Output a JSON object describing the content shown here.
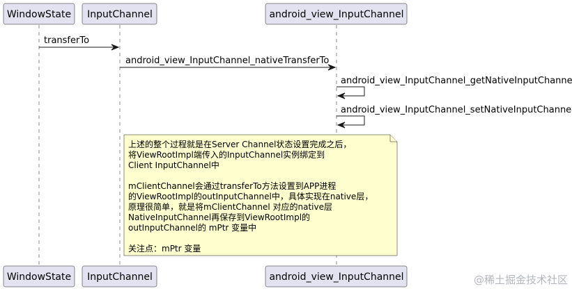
{
  "participants": {
    "window_state": "WindowState",
    "input_channel": "InputChannel",
    "android_view_input_channel": "android_view_InputChannel"
  },
  "messages": {
    "transfer_to": "transferTo",
    "native_transfer_to": "android_view_InputChannel_nativeTransferTo",
    "get_native_input_channel": "android_view_InputChannel_getNativeInputChannel",
    "set_native_input_channel": "android_view_InputChannel_setNativeInputChannel"
  },
  "note": {
    "lines": [
      "上述的整个过程就是在Server Channel状态设置完成之后，",
      "将ViewRootImpl端传入的InputChannel实例绑定到",
      "Client InputChannel中",
      "",
      "mClientChannel会通过transferTo方法设置到APP进程",
      "的ViewRootImpl的outInputChannel中，具体实现在native层，",
      "原理很简单，就是将mClientChannel 对应的native层",
      "NativeInputChannel再保存到ViewRootImpl的",
      "outInputChannel的 mPtr 变量中",
      "",
      "关注点：mPtr 变量"
    ]
  },
  "watermark": {
    "text": "@稀土掘金技术社区"
  },
  "colors": {
    "participant_fill": "#e2e2f0",
    "note_fill": "#fefece",
    "line": "#181818"
  }
}
